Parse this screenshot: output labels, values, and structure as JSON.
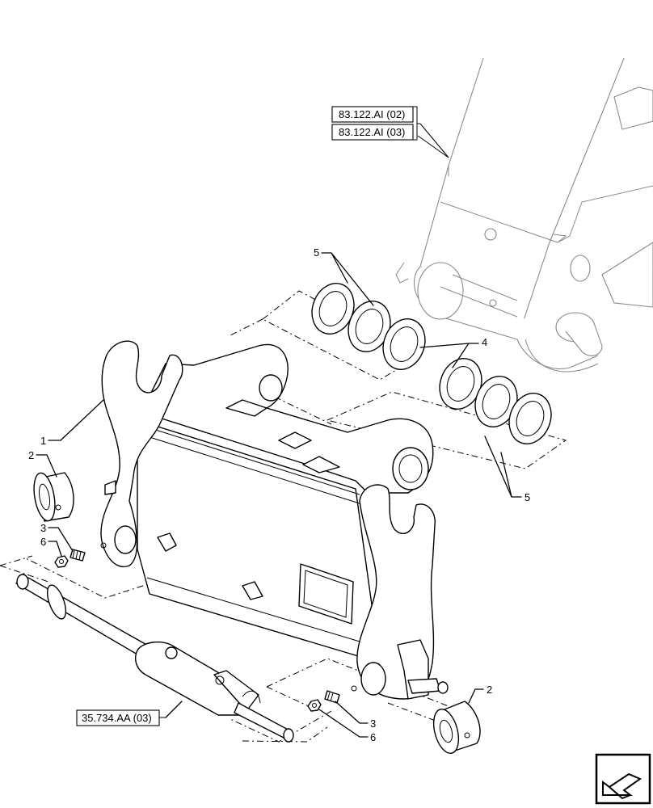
{
  "references": {
    "boom_ref_1": "83.122.AI (02)",
    "boom_ref_2": "83.122.AI (03)",
    "cylinder_ref": "35.734.AA (03)"
  },
  "callouts": {
    "c1": "1",
    "c2_left": "2",
    "c2_right": "2",
    "c3_left": "3",
    "c3_right": "3",
    "c4": "4",
    "c5_top": "5",
    "c5_bottom": "5",
    "c6_left": "6",
    "c6_right": "6"
  },
  "icons": {
    "nav": "arrow-icon"
  }
}
